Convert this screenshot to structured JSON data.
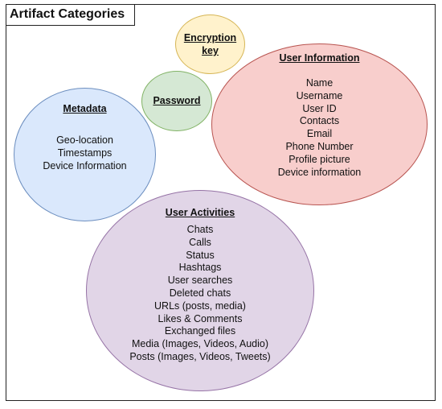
{
  "title": "Artifact Categories",
  "categories": {
    "encryption": {
      "title_lines": [
        "Encryption",
        "key"
      ],
      "fill": "#fff2cc",
      "stroke": "#d6b656",
      "items": []
    },
    "password": {
      "title": "Password",
      "fill": "#d5e8d4",
      "stroke": "#82b366",
      "items": []
    },
    "user_information": {
      "title": "User Information",
      "fill": "#f8cecc",
      "stroke": "#b85450",
      "items": [
        "Name",
        "Username",
        "User ID",
        "Contacts",
        "Email",
        "Phone Number",
        "Profile picture",
        "Device information"
      ]
    },
    "metadata": {
      "title": "Metadata",
      "fill": "#dae8fc",
      "stroke": "#6c8ebf",
      "items": [
        "Geo-location",
        "Timestamps",
        "Device Information"
      ]
    },
    "user_activities": {
      "title": "User Activities",
      "fill": "#e1d5e7",
      "stroke": "#9673a6",
      "items": [
        "Chats",
        "Calls",
        "Status",
        "Hashtags",
        "User searches",
        "Deleted chats",
        "URLs (posts, media)",
        "Likes & Comments",
        "Exchanged files",
        "Media (Images, Videos, Audio)",
        "Posts (Images, Videos, Tweets)"
      ]
    }
  }
}
